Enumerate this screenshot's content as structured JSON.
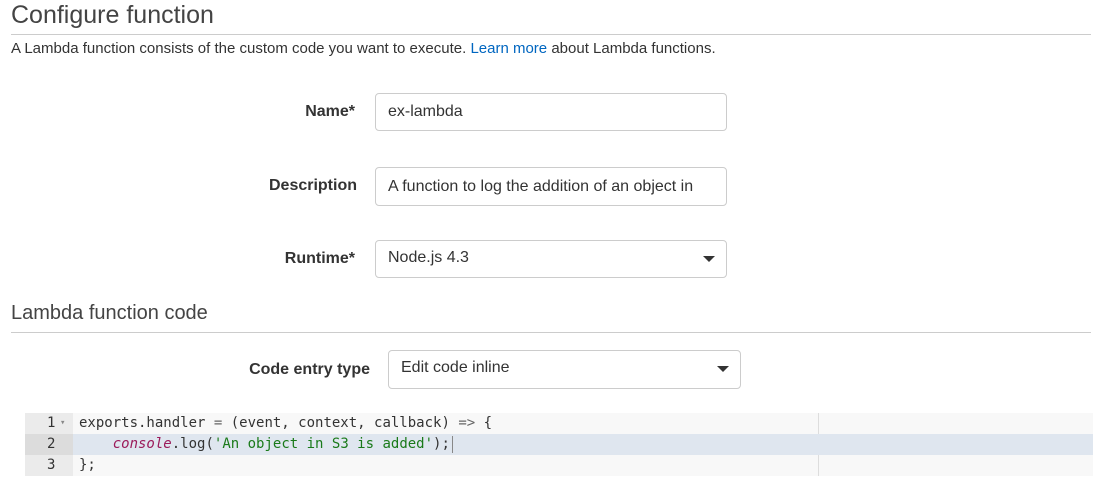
{
  "header": {
    "title": "Configure function",
    "intro_prefix": "A Lambda function consists of the custom code you want to execute. ",
    "intro_link": "Learn more",
    "intro_suffix": " about Lambda functions."
  },
  "form": {
    "name": {
      "label": "Name*",
      "value": "ex-lambda"
    },
    "description": {
      "label": "Description",
      "value": "A function to log the addition of an object in"
    },
    "runtime": {
      "label": "Runtime*",
      "selected": "Node.js 4.3",
      "icon": "chevron-down-icon"
    }
  },
  "code_section": {
    "title": "Lambda function code",
    "entry_type": {
      "label": "Code entry type",
      "selected": "Edit code inline",
      "icon": "chevron-down-icon"
    }
  },
  "editor": {
    "lines": [
      {
        "num": "1",
        "fold": "▾",
        "parts": [
          "exports.handler ",
          "=",
          " (event, context, callback) ",
          "=>",
          " {"
        ]
      },
      {
        "num": "2",
        "indent": "    ",
        "console": "console",
        "rest": ".log(",
        "string": "'An object in S3 is added'",
        "end": ");"
      },
      {
        "num": "3",
        "text": "};"
      }
    ],
    "active_line": 2
  }
}
